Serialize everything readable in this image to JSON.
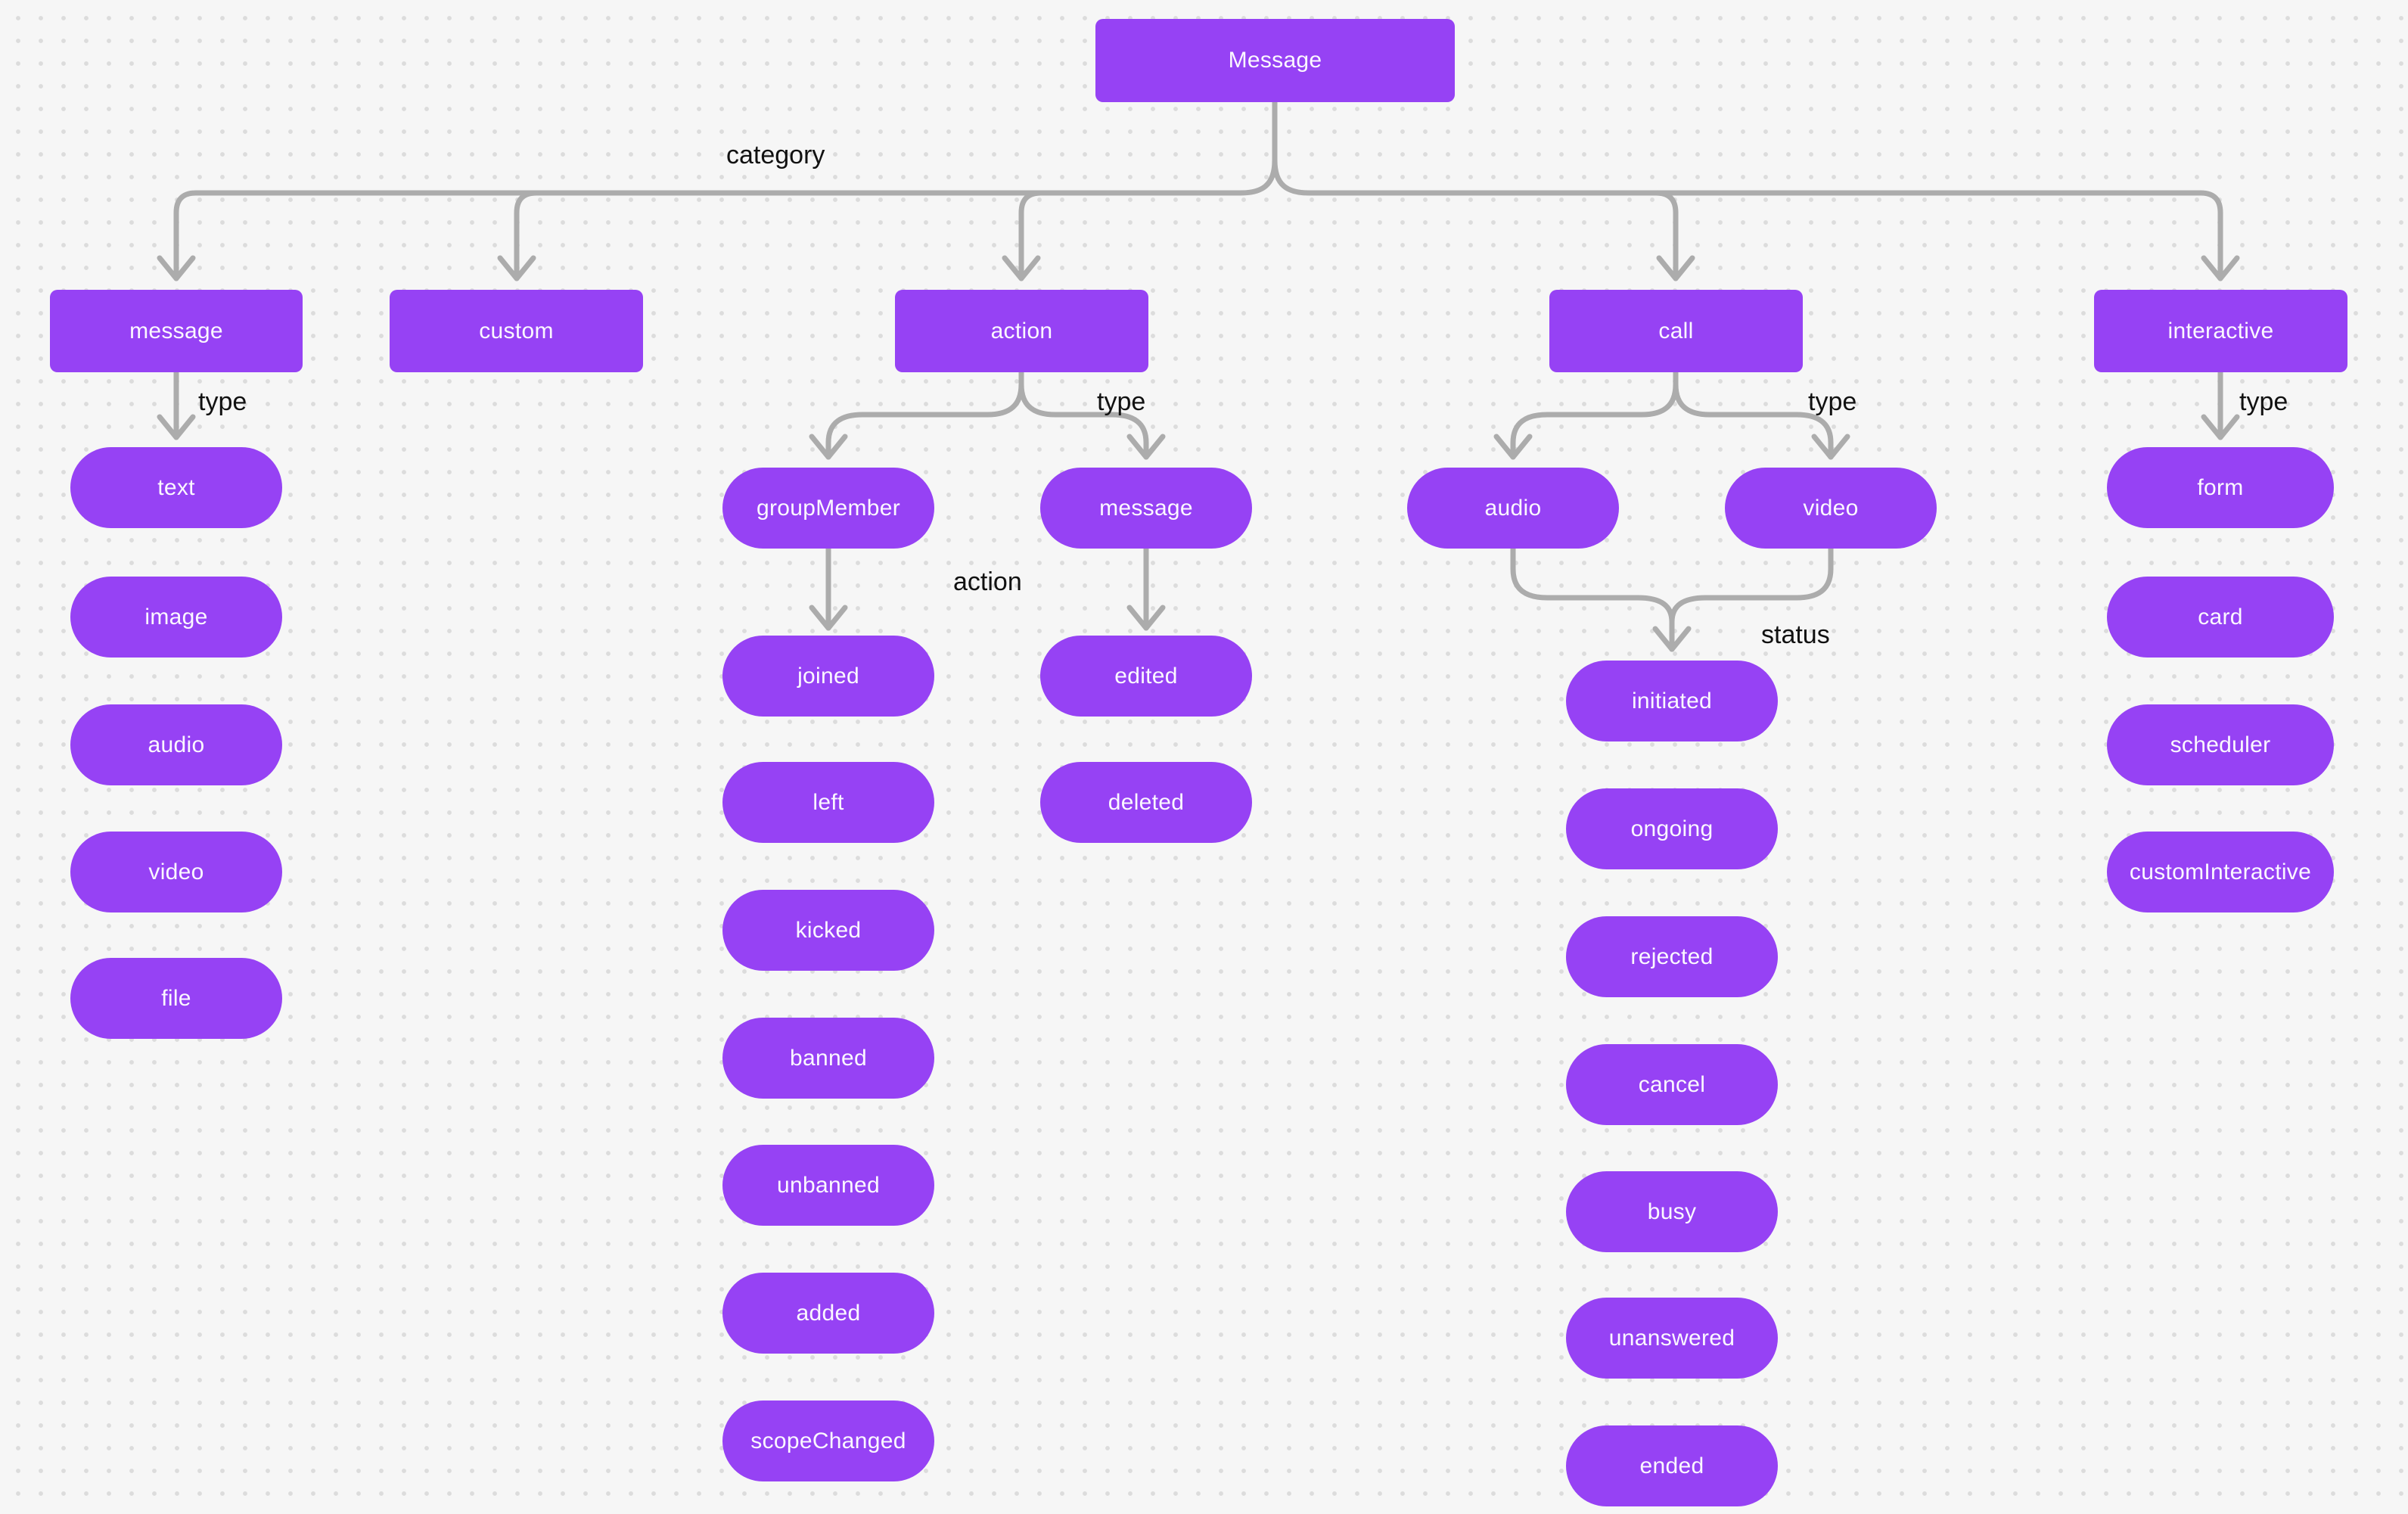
{
  "labels": {
    "category": "category",
    "type": "type",
    "action": "action",
    "status": "status"
  },
  "root": {
    "label": "Message"
  },
  "branches": {
    "message": {
      "label": "message",
      "children": {
        "text": "text",
        "image": "image",
        "audio": "audio",
        "video": "video",
        "file": "file"
      }
    },
    "custom": {
      "label": "custom"
    },
    "action": {
      "label": "action",
      "children": {
        "groupMember": {
          "label": "groupMember",
          "children": {
            "joined": "joined",
            "left": "left",
            "kicked": "kicked",
            "banned": "banned",
            "unbanned": "unbanned",
            "added": "added",
            "scopeChanged": "scopeChanged"
          }
        },
        "message": {
          "label": "message",
          "children": {
            "edited": "edited",
            "deleted": "deleted"
          }
        }
      }
    },
    "call": {
      "label": "call",
      "children": {
        "audio": "audio",
        "video": "video"
      },
      "status_children": {
        "initiated": "initiated",
        "ongoing": "ongoing",
        "rejected": "rejected",
        "cancel": "cancel",
        "busy": "busy",
        "unanswered": "unanswered",
        "ended": "ended"
      }
    },
    "interactive": {
      "label": "interactive",
      "children": {
        "form": "form",
        "card": "card",
        "scheduler": "scheduler",
        "customInteractive": "customInteractive"
      }
    }
  },
  "colors": {
    "node_fill": "#9642F4",
    "node_text": "#FFFFFF",
    "connector": "#ACACAC",
    "label_text": "#111111",
    "background": "#F6F6F6",
    "grid_dot": "#DCDCDC"
  }
}
